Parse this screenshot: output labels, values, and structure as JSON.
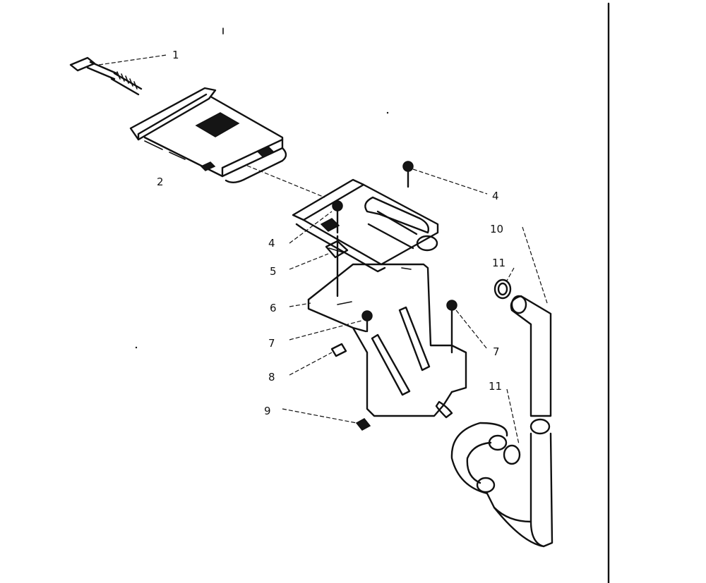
{
  "diagram": {
    "callouts": [
      {
        "id": "c1",
        "text": "1"
      },
      {
        "id": "c2",
        "text": "2"
      },
      {
        "id": "c4a",
        "text": "4"
      },
      {
        "id": "c4b",
        "text": "4"
      },
      {
        "id": "c5",
        "text": "5"
      },
      {
        "id": "c6",
        "text": "6"
      },
      {
        "id": "c7a",
        "text": "7"
      },
      {
        "id": "c7b",
        "text": "7"
      },
      {
        "id": "c8",
        "text": "8"
      },
      {
        "id": "c9",
        "text": "9"
      },
      {
        "id": "c10",
        "text": "10"
      },
      {
        "id": "c11a",
        "text": "11"
      },
      {
        "id": "c11b",
        "text": "11"
      }
    ]
  }
}
